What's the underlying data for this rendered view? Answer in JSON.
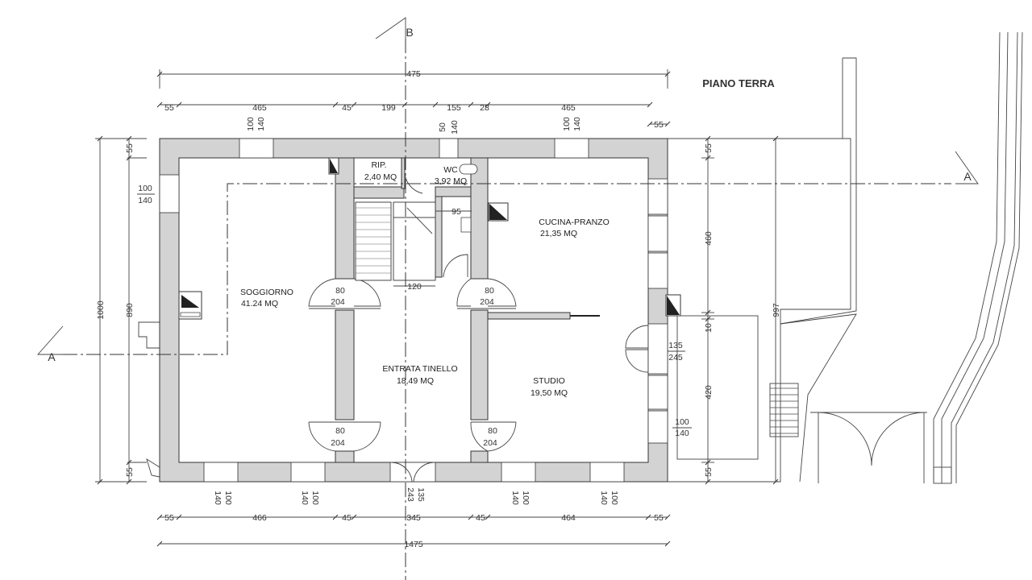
{
  "title": "PIANO TERRA",
  "section_labels": {
    "a_left": "A",
    "a_right": "A",
    "b_top": "B"
  },
  "rooms": [
    {
      "name": "SOGGIORNO",
      "area": "41.24 MQ"
    },
    {
      "name": "RIP.",
      "area": "2,40 MQ"
    },
    {
      "name": "WC",
      "area": "3,92 MQ"
    },
    {
      "name": "CUCINA-PRANZO",
      "area": "21,35 MQ"
    },
    {
      "name": "ENTRATA TINELLO",
      "area": "18,49 MQ"
    },
    {
      "name": "STUDIO",
      "area": "19,50 MQ"
    }
  ],
  "dimensions": {
    "top_overall": "475",
    "top_chain": [
      "55",
      "465",
      "45",
      "199",
      "155",
      "28",
      "465"
    ],
    "top_right_wall": "55",
    "bottom_overall": "1475",
    "bottom_chain": [
      "55",
      "466",
      "45",
      "345",
      "45",
      "464",
      "55"
    ],
    "left_overall": "1000",
    "left_chain": [
      "55",
      "890",
      "55"
    ],
    "right_chain": [
      "55",
      "460",
      "10",
      "420",
      "55"
    ],
    "right_far": "997",
    "stair_width": "120",
    "wc_width": "95"
  },
  "openings": {
    "win_top_left": [
      "100",
      "140"
    ],
    "win_top_wc": [
      "50",
      "140"
    ],
    "win_top_right": [
      "100",
      "140"
    ],
    "win_left": [
      "100",
      "140"
    ],
    "door_sogg_top": [
      "80",
      "204"
    ],
    "door_cuc": [
      "80",
      "204"
    ],
    "door_sogg_bot": [
      "80",
      "204"
    ],
    "door_studio": [
      "80",
      "204"
    ],
    "door_studio_ext": [
      "135",
      "245"
    ],
    "win_right": [
      "100",
      "140"
    ],
    "win_bot_1": [
      "140",
      "100"
    ],
    "win_bot_2": [
      "140",
      "100"
    ],
    "door_main": [
      "243",
      "135"
    ],
    "win_bot_3": [
      "140",
      "100"
    ],
    "win_bot_4": [
      "140",
      "100"
    ]
  }
}
